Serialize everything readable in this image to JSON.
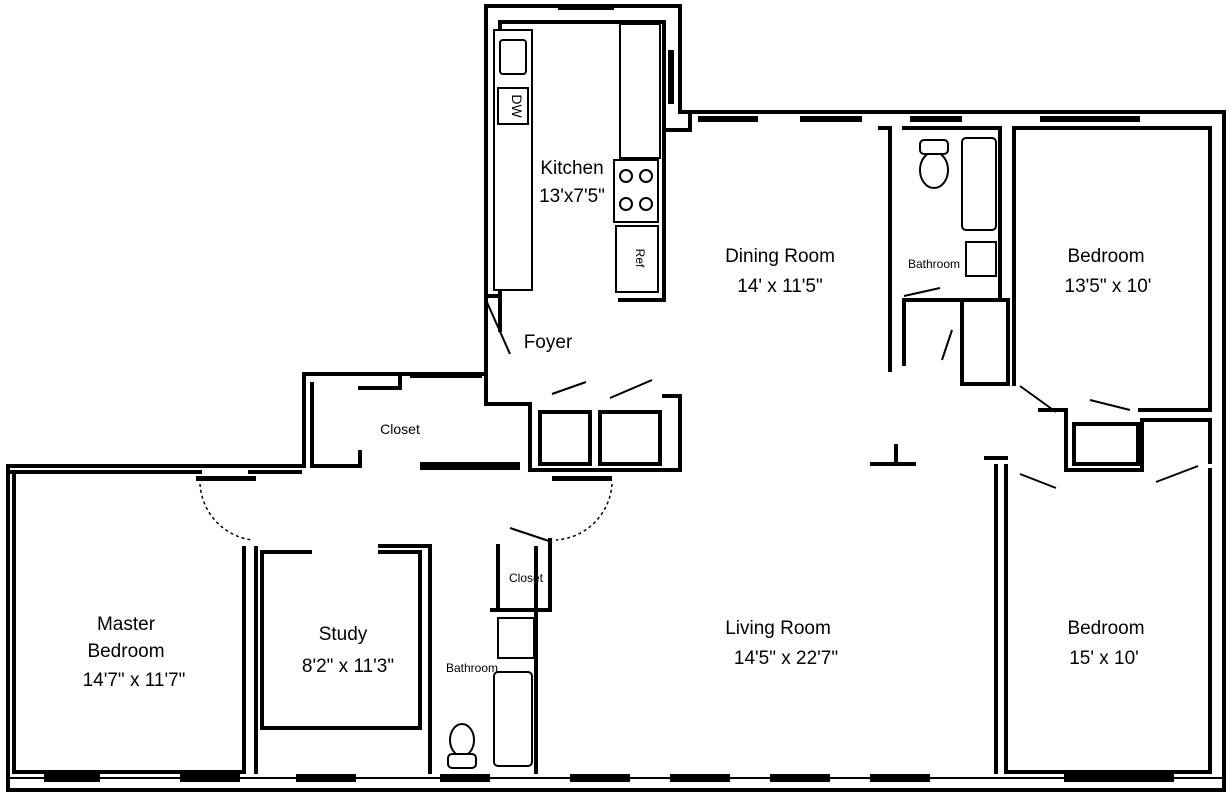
{
  "rooms": {
    "kitchen": {
      "name": "Kitchen",
      "size": "13'x7'5\""
    },
    "dining": {
      "name": "Dining Room",
      "size": "14' x 11'5\""
    },
    "bedroom_top": {
      "name": "Bedroom",
      "size": "13'5\" x 10'"
    },
    "bathroom_top": {
      "name": "Bathroom"
    },
    "foyer": {
      "name": "Foyer"
    },
    "closet_top": {
      "name": "Closet"
    },
    "closet_small": {
      "name": "Closet"
    },
    "master": {
      "name_line1": "Master",
      "name_line2": "Bedroom",
      "size": "14'7\" x 11'7\""
    },
    "study": {
      "name": "Study",
      "size": "8'2\" x 11'3\""
    },
    "bathroom_bottom": {
      "name": "Bathroom"
    },
    "living": {
      "name": "Living Room",
      "size": "14'5\" x 22'7\""
    },
    "bedroom_bottom": {
      "name": "Bedroom",
      "size": "15' x 10'"
    }
  },
  "appliances": {
    "dishwasher": "DW",
    "refrigerator": "Ref"
  }
}
